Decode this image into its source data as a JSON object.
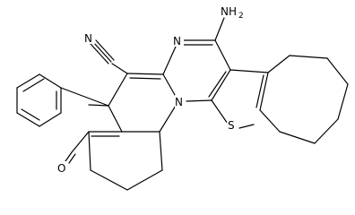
{
  "atoms": {
    "n_top": "N",
    "n_ring": "N",
    "s": "S",
    "o": "O",
    "nh2": "NH",
    "nh2_sub": "2",
    "cn_n": "N"
  }
}
